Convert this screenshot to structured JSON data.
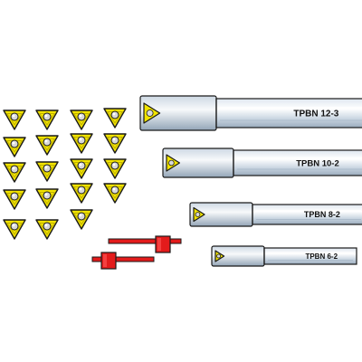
{
  "colors": {
    "insert_yellow": "#f2e400",
    "insert_edge": "#1a1a1a",
    "insert_hole": "#d9d9d9",
    "shank_light": "#f3f6fa",
    "shank_mid": "#c7d3df",
    "shank_dark": "#8ea0b2",
    "clamp_red": "#e31b1b",
    "outline": "#1a1a1a"
  },
  "insert_icon": "triangular-insert-icon",
  "insert_count": 19,
  "boring_bars": [
    {
      "label": "TPBN 12-3"
    },
    {
      "label": "TPBN 10-2"
    },
    {
      "label": "TPBN 8-2"
    },
    {
      "label": "TPBN 6-2"
    }
  ],
  "wrench_icon": "hex-key-wrench-icon",
  "wrench_count": 2
}
